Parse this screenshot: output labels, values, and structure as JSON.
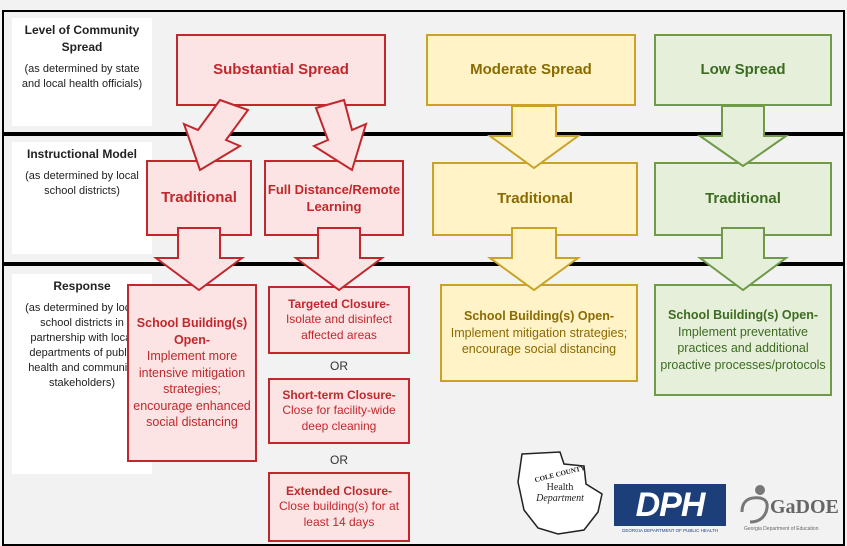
{
  "rows": [
    {
      "heading": "Level of Community Spread",
      "note": "(as determined by state and local health officials)"
    },
    {
      "heading": "Instructional Model",
      "note": "(as determined by local school districts)"
    },
    {
      "heading": "Response",
      "note": "(as determined by local school districts in partnership with local departments of public health and community stakeholders)"
    }
  ],
  "spread": {
    "substantial": "Substantial Spread",
    "moderate": "Moderate Spread",
    "low": "Low Spread"
  },
  "models": {
    "sub_traditional": "Traditional",
    "sub_distance": "Full Distance/Remote Learning",
    "mod_traditional": "Traditional",
    "low_traditional": "Traditional"
  },
  "responses": {
    "sub_trad": {
      "head": "School Building(s) Open-",
      "body": "Implement more intensive mitigation strategies; encourage enhanced social distancing"
    },
    "targeted": {
      "head": "Targeted Closure-",
      "body": "Isolate and disinfect affected areas"
    },
    "shortterm": {
      "head": "Short-term Closure-",
      "body": "Close for facility-wide deep cleaning"
    },
    "extended": {
      "head": "Extended Closure-",
      "body": "Close building(s) for at least 14 days"
    },
    "or1": "OR",
    "or2": "OR",
    "moderate": {
      "head": "School Building(s) Open-",
      "body": "Implement mitigation strategies; encourage social distancing"
    },
    "low": {
      "head": "School Building(s) Open-",
      "body": "Implement preventative practices and additional proactive processes/protocols"
    }
  },
  "logos": {
    "cole_line1": "COLE COUNTY",
    "cole_line2": "Health",
    "cole_line3": "Department",
    "dph": "DPH",
    "dph_sub": "GEORGIA DEPARTMENT OF PUBLIC HEALTH",
    "gadoe": "GaDOE",
    "gadoe_sub": "Georgia Department of Education"
  },
  "colors": {
    "red": "#c0282d",
    "yellow": "#c9a227",
    "green": "#6e9a4a"
  }
}
